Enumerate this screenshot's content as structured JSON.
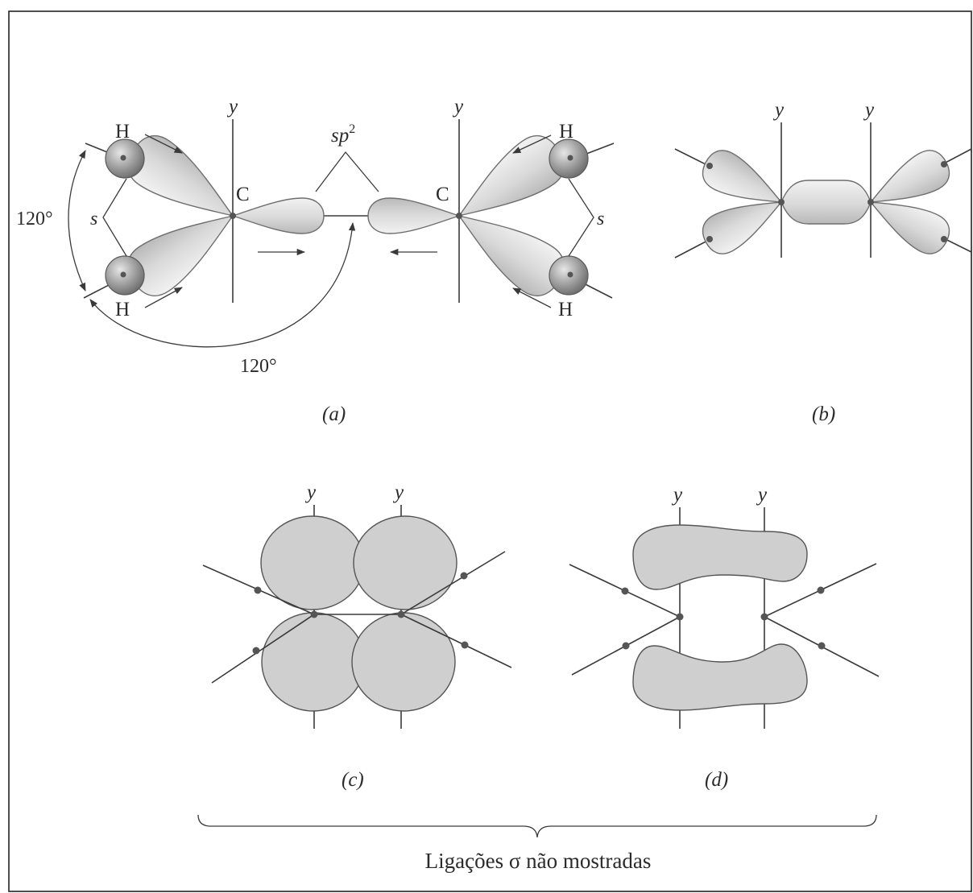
{
  "panel_a": {
    "label": "(a)",
    "axis_left": "y",
    "axis_right": "y",
    "carbon_left": "C",
    "carbon_right": "C",
    "hybrid": "sp",
    "hybrid_sup": "2",
    "h_top_left": "H",
    "h_bottom_left": "H",
    "h_top_right": "H",
    "h_bottom_right": "H",
    "s_left": "s",
    "s_right": "s",
    "angle_left": "120°",
    "angle_bottom": "120°"
  },
  "panel_b": {
    "label": "(b)",
    "axis_left": "y",
    "axis_right": "y"
  },
  "panel_c": {
    "label": "(c)",
    "axis_left": "y",
    "axis_right": "y"
  },
  "panel_d": {
    "label": "(d)",
    "axis_left": "y",
    "axis_right": "y"
  },
  "caption": "Ligações σ não mostradas"
}
